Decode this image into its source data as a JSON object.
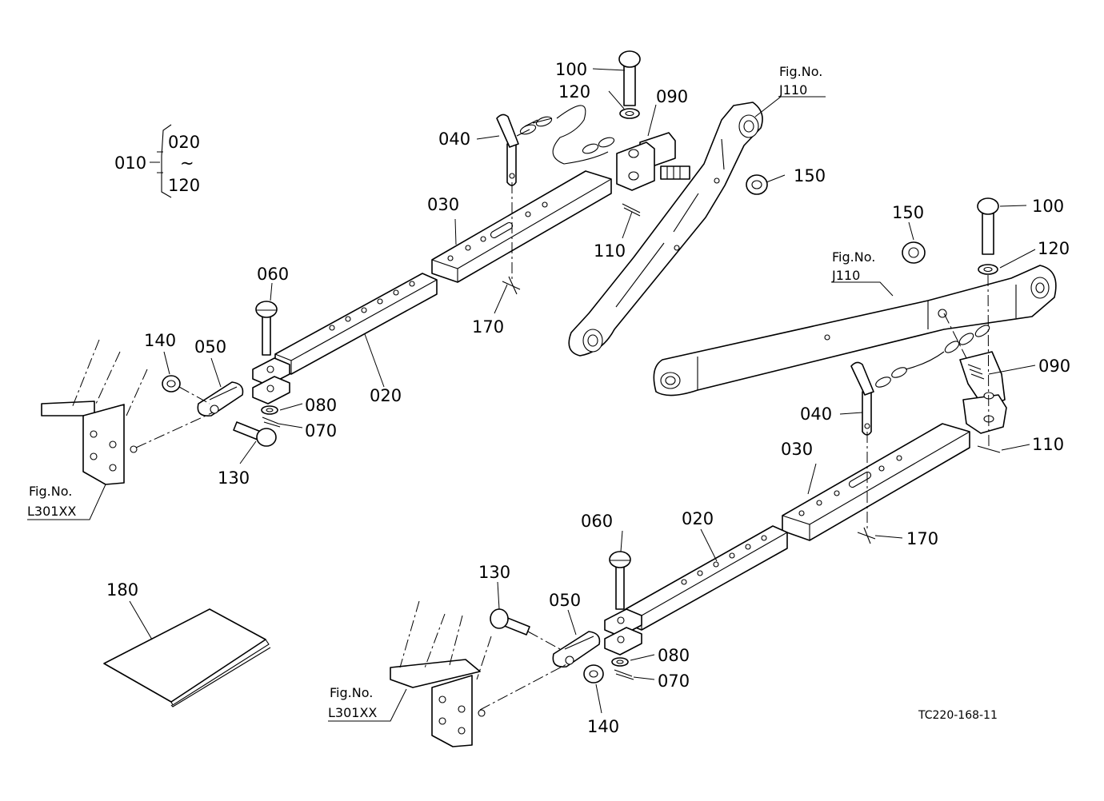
{
  "diagram": {
    "code": "TC220-168-11",
    "group": {
      "parent": "010",
      "from": "020",
      "to": "120",
      "tilde": "~"
    },
    "figrefs": [
      {
        "line1": "Fig.No.",
        "line2": "J110"
      },
      {
        "line1": "Fig.No.",
        "line2": "J110"
      },
      {
        "line1": "Fig.No.",
        "line2": "L301XX"
      },
      {
        "line1": "Fig.No.",
        "line2": "L301XX"
      }
    ],
    "callouts": [
      "100",
      "120",
      "090",
      "040",
      "150",
      "030",
      "110",
      "060",
      "170",
      "140",
      "050",
      "020",
      "080",
      "070",
      "130",
      "150",
      "100",
      "120",
      "090",
      "040",
      "110",
      "030",
      "170",
      "060",
      "020",
      "130",
      "050",
      "080",
      "070",
      "140",
      "180"
    ]
  }
}
